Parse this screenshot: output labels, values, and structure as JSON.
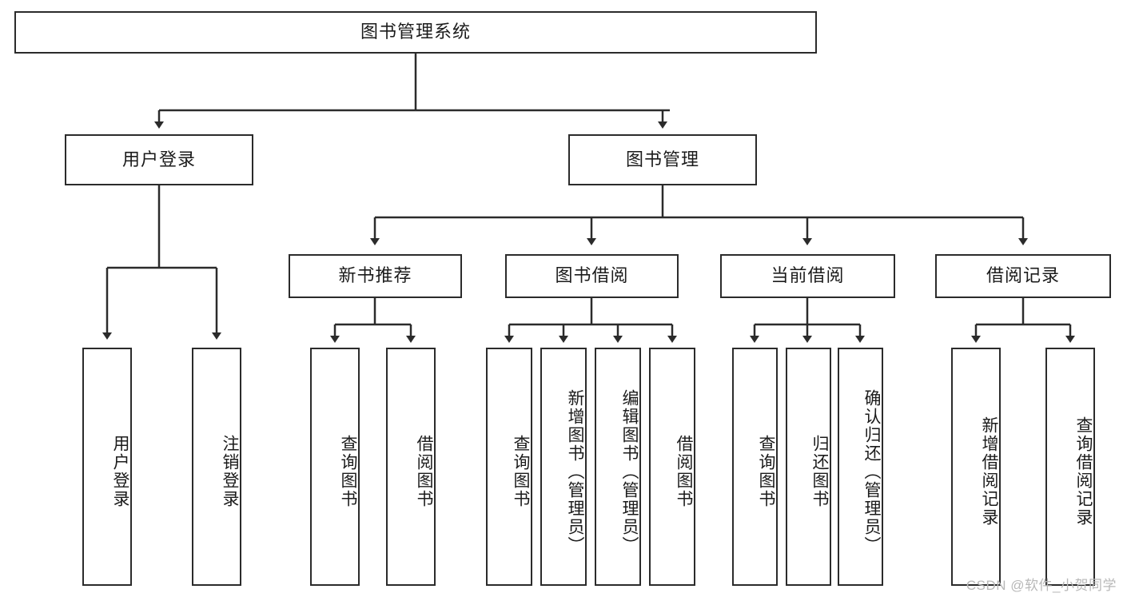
{
  "diagram": {
    "title": "图书管理系统",
    "type": "tree-hierarchy",
    "root": {
      "id": "root",
      "label": "图书管理系统"
    },
    "level2": [
      {
        "id": "user-login",
        "label": "用户登录"
      },
      {
        "id": "book-manage",
        "label": "图书管理"
      }
    ],
    "level3": [
      {
        "id": "new-book-rec",
        "label": "新书推荐",
        "parent": "book-manage"
      },
      {
        "id": "book-borrow",
        "label": "图书借阅",
        "parent": "book-manage"
      },
      {
        "id": "current-borrow",
        "label": "当前借阅",
        "parent": "book-manage"
      },
      {
        "id": "borrow-record",
        "label": "借阅记录",
        "parent": "book-manage"
      }
    ],
    "leaves": [
      {
        "id": "leaf-user-login",
        "label": "用户登录",
        "parent": "user-login"
      },
      {
        "id": "leaf-logout",
        "label": "注销登录",
        "parent": "user-login"
      },
      {
        "id": "leaf-query-book-1",
        "label": "查询图书",
        "parent": "new-book-rec"
      },
      {
        "id": "leaf-borrow-book-1",
        "label": "借阅图书",
        "parent": "new-book-rec"
      },
      {
        "id": "leaf-query-book-2",
        "label": "查询图书",
        "parent": "book-borrow"
      },
      {
        "id": "leaf-add-book",
        "label": "新增图书（管理员）",
        "parent": "book-borrow"
      },
      {
        "id": "leaf-edit-book",
        "label": "编辑图书（管理员）",
        "parent": "book-borrow"
      },
      {
        "id": "leaf-borrow-book-2",
        "label": "借阅图书",
        "parent": "book-borrow"
      },
      {
        "id": "leaf-query-book-3",
        "label": "查询图书",
        "parent": "current-borrow"
      },
      {
        "id": "leaf-return-book",
        "label": "归还图书",
        "parent": "current-borrow"
      },
      {
        "id": "leaf-confirm-return",
        "label": "确认归还（管理员）",
        "parent": "current-borrow"
      },
      {
        "id": "leaf-add-record",
        "label": "新增借阅记录",
        "parent": "borrow-record"
      },
      {
        "id": "leaf-query-record",
        "label": "查询借阅记录",
        "parent": "borrow-record"
      }
    ]
  },
  "watermark": {
    "text": "CSDN @软件_小贺同学"
  },
  "colors": {
    "border": "#2b2b2b",
    "background": "#ffffff",
    "text": "#1b1b1b",
    "watermark": "#b8b8b8"
  }
}
